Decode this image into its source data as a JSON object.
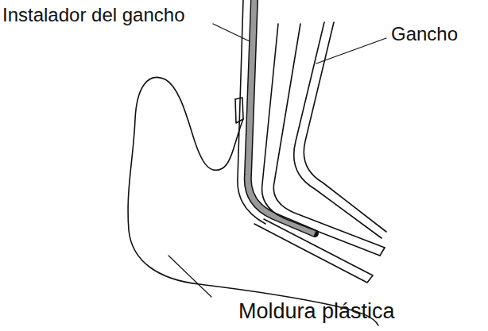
{
  "diagram": {
    "labels": [
      "Instalador del gancho",
      "Gancho",
      "Moldura plástica"
    ]
  }
}
